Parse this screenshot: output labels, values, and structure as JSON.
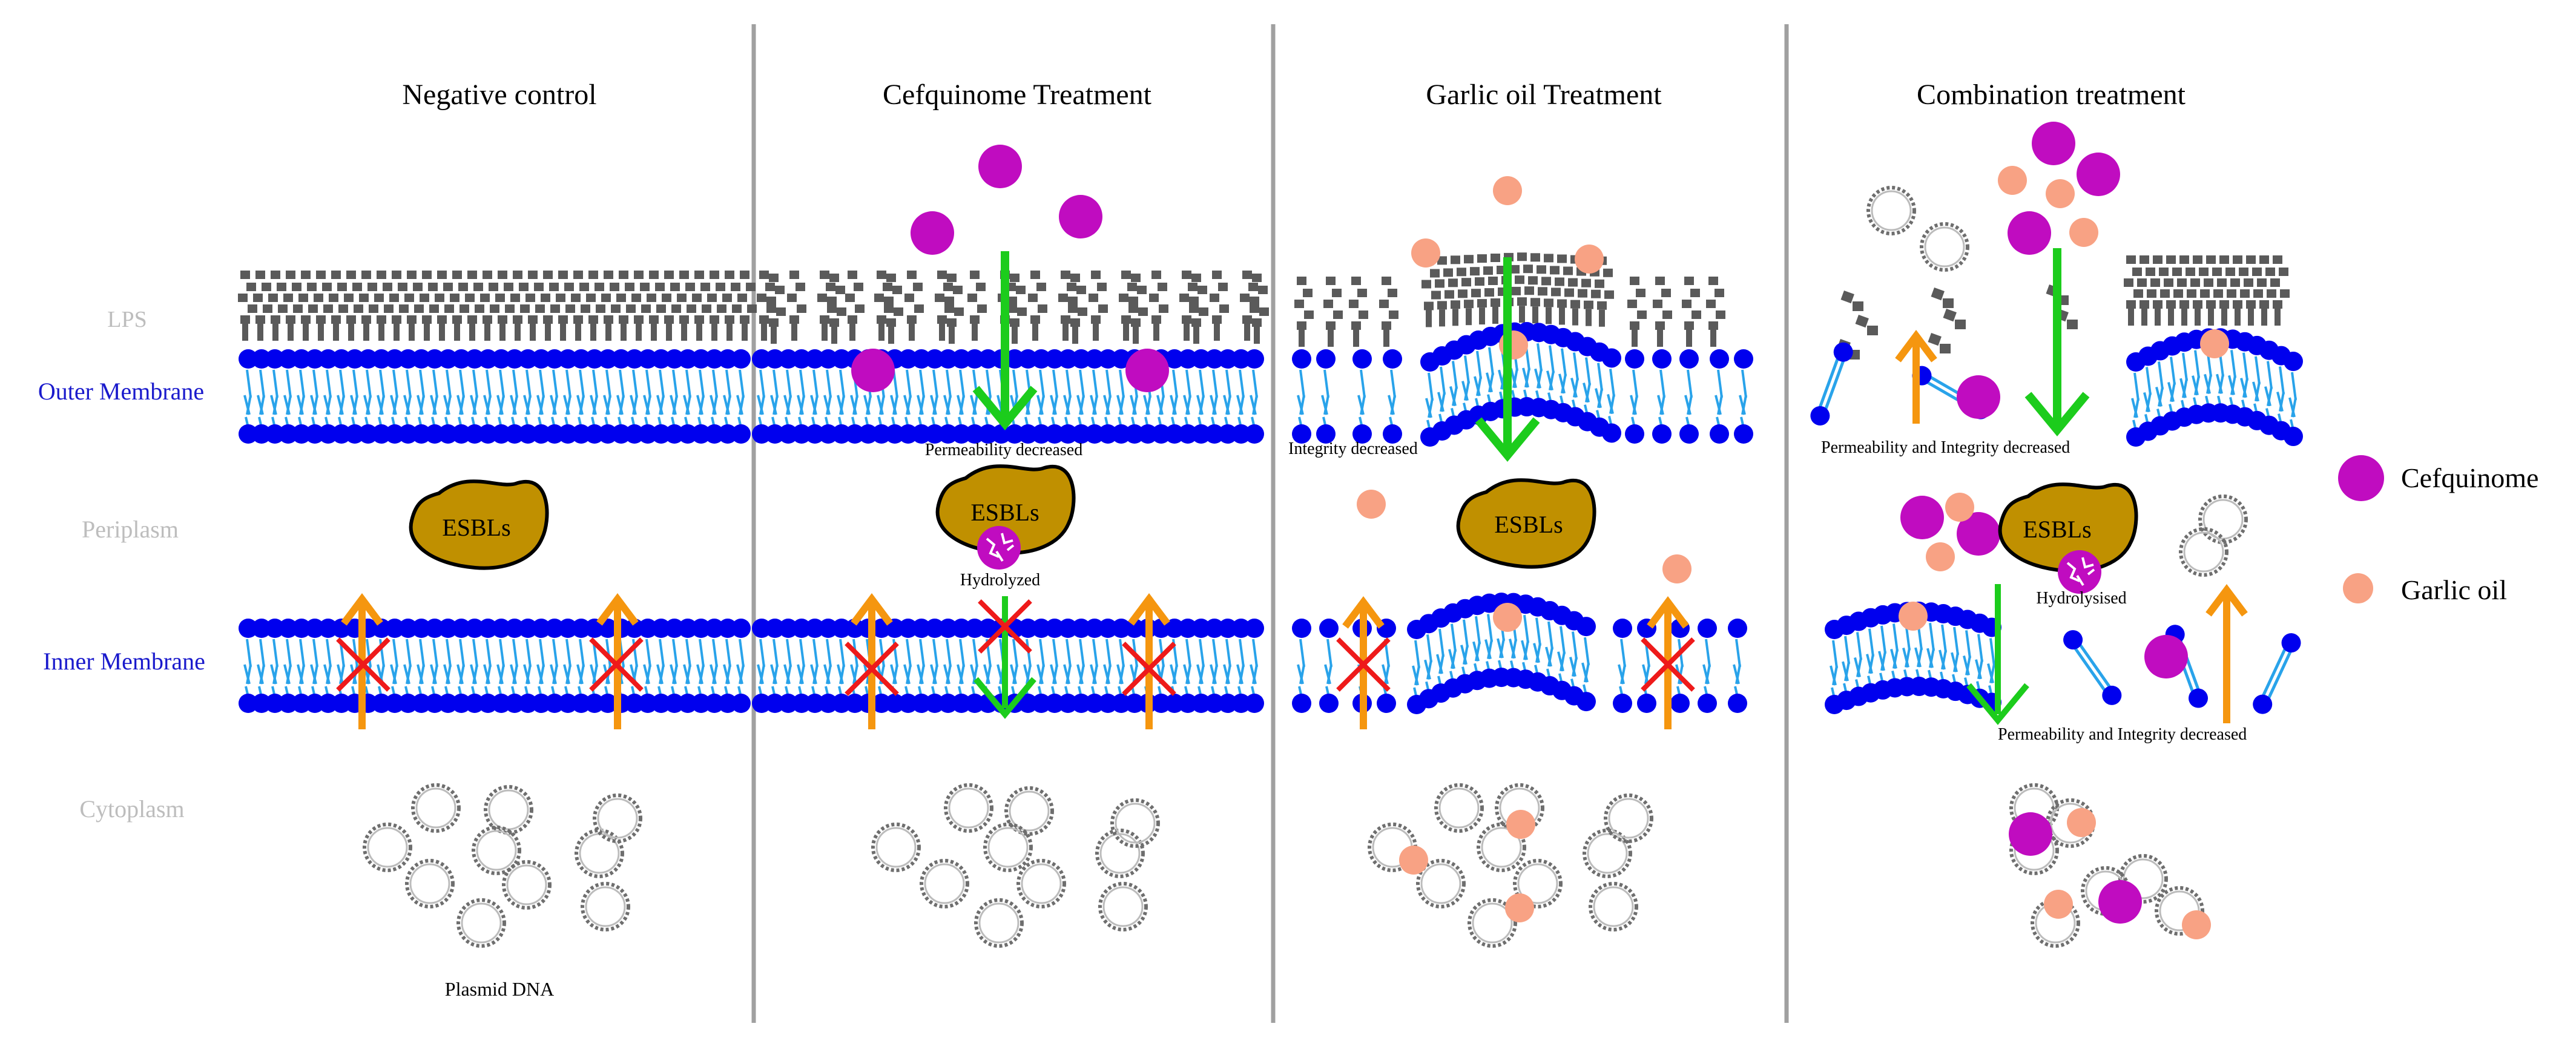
{
  "panels": [
    {
      "title": "Negative control"
    },
    {
      "title": "Cefquinome Treatment"
    },
    {
      "title": "Garlic oil Treatment"
    },
    {
      "title": "Combination treatment"
    }
  ],
  "row_labels": {
    "lps": "LPS",
    "outer_membrane": "Outer Membrane",
    "periplasm": "Periplasm",
    "inner_membrane": "Inner Membrane",
    "cytoplasm": "Cytoplasm"
  },
  "annotations": {
    "esbls": "ESBLs",
    "plasmid_dna": "Plasmid DNA",
    "permeability_decreased": "Permeability decreased",
    "hydrolyzed": "Hydrolyzed",
    "integrity_decreased": "Integrity decreased",
    "perm_integrity_decreased": "Permeability and Integrity decreased",
    "hydrolysised": "Hydrolysised"
  },
  "legend": {
    "cefquinome": "Cefquinome",
    "garlic_oil": "Garlic oil"
  },
  "colors": {
    "cefquinome": "#c00cc0",
    "garlic_oil": "#f8a284",
    "lipid_head": "#0000ee",
    "lipid_tail": "#29a3ea",
    "lps": "#5a5a5a",
    "esbl": "#c09000",
    "green_arrow": "#1ccc1c",
    "orange_arrow": "#f5960f",
    "block_x": "#ee1a1a",
    "divider": "#a0a0a0",
    "row_label": "#bdbdbd",
    "membrane_label": "#1a1acc"
  }
}
